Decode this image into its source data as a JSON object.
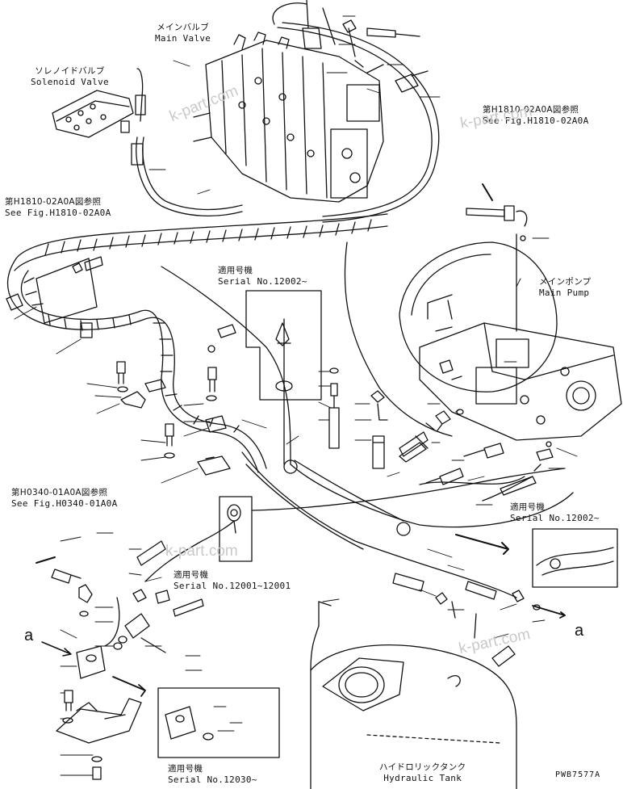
{
  "labels": {
    "main_valve": {
      "jp": "メインバルブ",
      "en": "Main Valve"
    },
    "solenoid_valve": {
      "jp": "ソレノイドバルブ",
      "en": "Solenoid Valve"
    },
    "main_pump": {
      "jp": "メインポンプ",
      "en": "Main Pump"
    },
    "hydraulic_tank": {
      "jp": "ハイドロリックタンク",
      "en": "Hydraulic Tank"
    }
  },
  "references": {
    "fig_h1810_right": {
      "jp": "第H1810-02A0A図参照",
      "en": "See Fig.H1810-02A0A"
    },
    "fig_h1810_left": {
      "jp": "第H1810-02A0A図参照",
      "en": "See Fig.H1810-02A0A"
    },
    "fig_h0340": {
      "jp": "第H0340-01A0A図参照",
      "en": "See Fig.H0340-01A0A"
    }
  },
  "serials": {
    "center_12002": {
      "jp": "適用号機",
      "en": "Serial No.12002~"
    },
    "right_12002": {
      "jp": "適用号機",
      "en": "Serial No.12002~"
    },
    "mid_12001": {
      "jp": "適用号機",
      "en": "Serial No.12001~12001"
    },
    "bottom_12030": {
      "jp": "適用号機",
      "en": "Serial No.12030~"
    }
  },
  "markers": {
    "a_left": "a",
    "a_right": "a"
  },
  "watermarks": [
    "k-part.com",
    "k-part.com",
    "k-part.com",
    "k-part.com"
  ],
  "drawing_code": "PWB7577A",
  "colors": {
    "line": "#111111",
    "watermark": "#c9c9c9"
  }
}
